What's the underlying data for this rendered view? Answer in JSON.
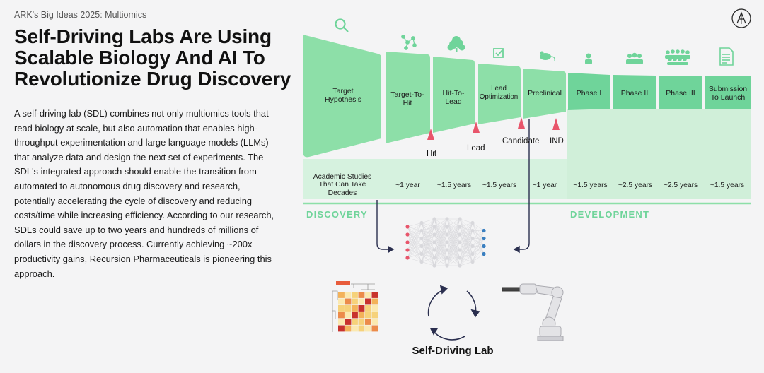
{
  "header": {
    "brand_line": "ARK's Big Ideas 2025: Multiomics",
    "title": "Self-Driving Labs Are Using Scalable Biology And AI To Revolutionize Drug Discovery"
  },
  "body_text": "A self-driving lab (SDL) combines not only multiomics tools that read biology at scale, but also automation that enables high-throughput experimentation and large language models (LLMs) that analyze data and design the next set of experiments. The SDL's integrated approach should enable the transition from automated to autonomous drug discovery and research, potentially accelerating the cycle of discovery and reducing costs/time while increasing efficiency. According to our research, SDLs could save up to two years and hundreds of millions of dollars in the discovery process. Currently achieving ~200x productivity gains, Recursion Pharmaceuticals is pioneering this approach.",
  "stages": [
    {
      "label": "Target Hypothesis",
      "duration": "Academic Studies That Can Take Decades",
      "icon": "magnifier-icon"
    },
    {
      "label": "Target-To-Hit",
      "duration": "~1 year",
      "icon": "network-icon"
    },
    {
      "label": "Hit-To-Lead",
      "duration": "~1.5 years",
      "icon": "tree-icon"
    },
    {
      "label": "Lead Optimization",
      "duration": "~1.5 years",
      "icon": "checkbox-icon"
    },
    {
      "label": "Preclinical",
      "duration": "~1 year",
      "icon": "mouse-icon"
    },
    {
      "label": "Phase I",
      "duration": "~1.5 years",
      "icon": "person-icon"
    },
    {
      "label": "Phase II",
      "duration": "~2.5 years",
      "icon": "people-group-icon"
    },
    {
      "label": "Phase III",
      "duration": "~2.5 years",
      "icon": "crowd-icon"
    },
    {
      "label": "Submission To Launch",
      "duration": "~1.5 years",
      "icon": "document-icon"
    }
  ],
  "milestones": {
    "hit": "Hit",
    "lead": "Lead",
    "candidate": "Candidate",
    "ind": "IND"
  },
  "sections": {
    "discovery": "DISCOVERY",
    "development": "DEVELOPMENT"
  },
  "sdl": {
    "label": "Self-Driving Lab",
    "icons": [
      "neural-network-icon",
      "heatmap-icon",
      "cycle-arrows-icon",
      "robot-arm-icon"
    ]
  },
  "colors": {
    "stage_green": "#8ddfa8",
    "stage_green_dark": "#6fd49a",
    "band_light": "#d6f2df",
    "band_mid": "#bdebcc",
    "milestone_red": "#e8556b",
    "arrow_navy": "#2b2f4f"
  }
}
